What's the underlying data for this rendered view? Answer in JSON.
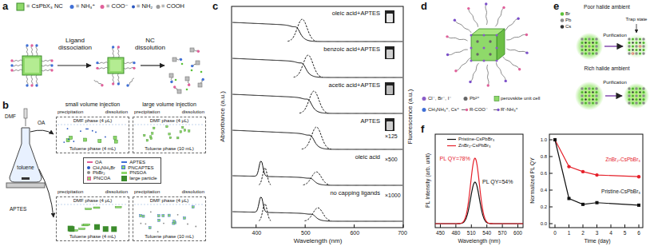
{
  "diagram": {
    "nodes": [
      {
        "text": [
          "DMF phase (4 μL)",
          "Toluene phase (4 mL)"
        ]
      },
      {
        "text": [
          "DMF phase (4 μL)",
          "Toluene phase (10 mL)"
        ]
      },
      {
        "text": [
          "OA",
          "APTES",
          "CH₃NH₃Br",
          "PNCAPTES",
          "PbBr₂",
          "PNSOA",
          "PNCOA",
          "large particle"
        ]
      },
      {
        "text": [
          "DMF phase (4 μL)",
          "Toluene phase (4 mL)"
        ]
      },
      {
        "text": [
          "DMF phase (4 μL)",
          "Toluene phase (10 mL)"
        ]
      }
    ],
    "labels": [
      "a",
      "Ligand dissociation",
      "NC dissolution",
      "b",
      "DMF",
      "OA",
      "toluene",
      "APTES",
      "small volume injection",
      "large volume injection",
      "precipitation",
      "dissolution",
      "precipitation",
      "dissolution",
      "precipitation",
      "dissolution",
      "precipitation",
      "dissolution",
      "c",
      "oleic acid+APTES",
      "benzoic acid+APTES",
      "acetic acid+APTES",
      "APTES",
      "×125",
      "oleic acid",
      "×500",
      "no capping ligands",
      "×1000",
      "Absorbance (a.u.)",
      "Fluorescence (a.u.)",
      "400",
      "500",
      "600",
      "700",
      "Wavelength (nm)",
      "d",
      "e",
      "Poor halide ambient",
      "Purification",
      "Trap state",
      "Rich halide ambient",
      "Purification",
      "f",
      "PL QY=78%",
      "PL QY=54%",
      "PL Intensity (arb. unit)",
      "450",
      "480",
      "510",
      "540",
      "570",
      "600",
      "Wavelength (nm)",
      "Normalized PL QY",
      "0.0",
      "0.2",
      "0.4",
      "0.6",
      "0.8",
      "1.0",
      "0",
      "1",
      "2",
      "3",
      "4",
      "5",
      "6",
      "Time (day)",
      "ZnBr₂-CsPbBr₃",
      "Pristine-CsPbBr₃"
    ],
    "legend": [
      {
        "text": "= CsPbX₃ NC"
      },
      {
        "text": "= NH₃⁺"
      },
      {
        "text": "= COO⁻"
      },
      {
        "text": "= NH₂"
      },
      {
        "text": "= COOH"
      },
      {
        "text": "Cl⁻, Br⁻, I⁻"
      },
      {
        "text": "Pb²⁺"
      },
      {
        "text": "perovskite unit cell"
      },
      {
        "text": "CH₃NH₃⁺, Cs⁺"
      },
      {
        "text": "R-COO⁻"
      },
      {
        "text": "R'-NH₃⁺"
      },
      {
        "text": "Br"
      },
      {
        "text": "Pb"
      },
      {
        "text": "Cs"
      },
      {
        "text": "Pristine-CsPbBr₃"
      },
      {
        "text": "ZnBr₂-CsPbBr₃"
      }
    ]
  }
}
